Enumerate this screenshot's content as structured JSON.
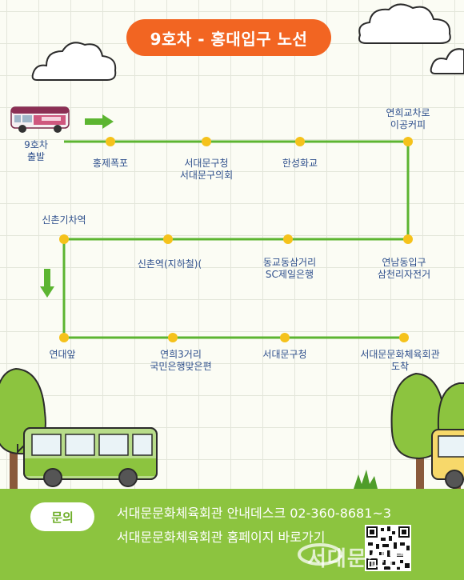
{
  "title": "9호차 - 홍대입구 노선",
  "start": {
    "line1": "9호차",
    "line2": "출발"
  },
  "stops": [
    {
      "lines": [
        "홍제폭포"
      ]
    },
    {
      "lines": [
        "서대문구청",
        "서대문구의회"
      ]
    },
    {
      "lines": [
        "한성화교"
      ]
    },
    {
      "lines": [
        "연희교차로",
        "이공커피"
      ]
    },
    {
      "lines": [
        "연남동입구",
        "삼천리자전거"
      ]
    },
    {
      "lines": [
        "동교동삼거리",
        "SC제일은행"
      ]
    },
    {
      "lines": [
        "신촌역(지하철)("
      ]
    },
    {
      "lines": [
        "신촌기차역"
      ]
    },
    {
      "lines": [
        "연대앞"
      ]
    },
    {
      "lines": [
        "연희3거리",
        "국민은행맞은편"
      ]
    },
    {
      "lines": [
        "서대문구청"
      ]
    },
    {
      "lines": [
        "서대문문화체육회관",
        "도착"
      ]
    }
  ],
  "footer": {
    "inquiry_label": "문의",
    "line1": "서대문문화체육회관 안내데스크 02-360-8681~3",
    "line2": "서대문문화체육회관 홈페이지 바로가기"
  },
  "watermark": "서대문신문",
  "colors": {
    "title_bg": "#f26522",
    "route_line": "#5cb531",
    "stop_dot": "#f5c21b",
    "stop_text": "#2e4f8c",
    "footer_bg": "#8cc43f"
  }
}
